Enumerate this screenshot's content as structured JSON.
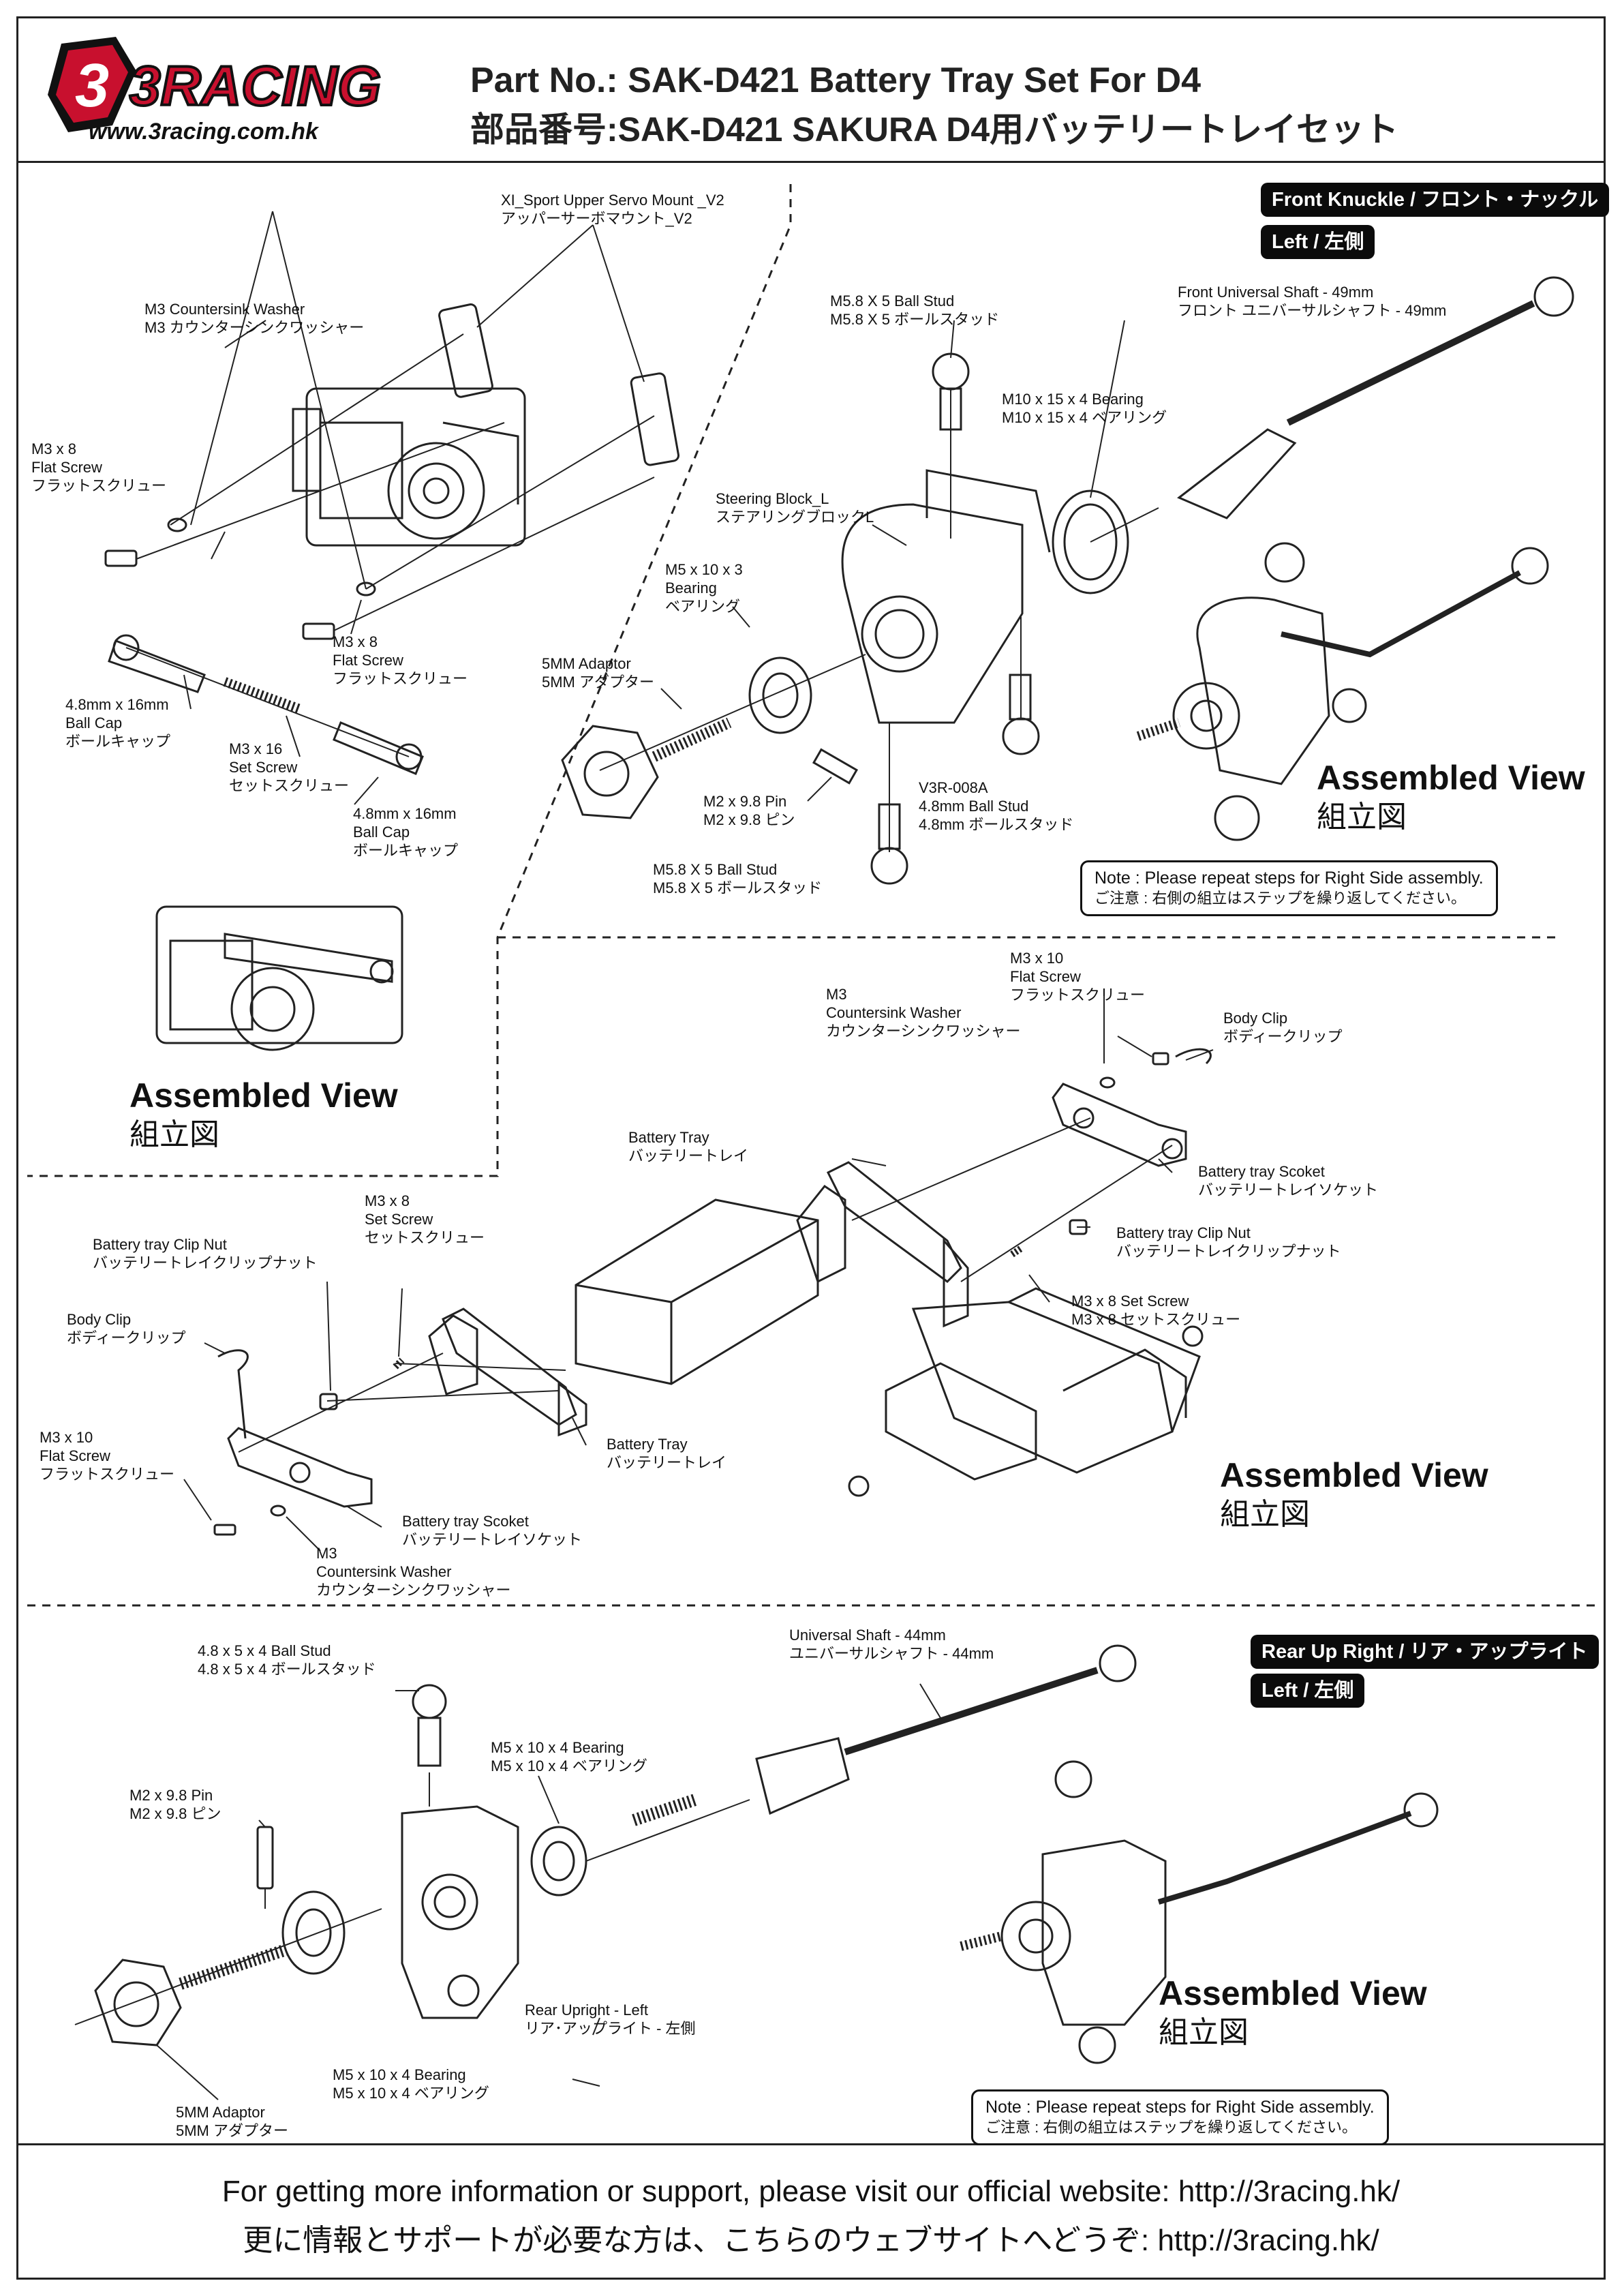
{
  "header": {
    "brand": "3RACING",
    "website": "www.3racing.com.hk",
    "title_en": "Part No.: SAK-D421 Battery Tray Set For D4",
    "title_jp": "部品番号:SAK-D421 SAKURA D4用バッテリートレイセット"
  },
  "sections": {
    "front": {
      "tag1": "Front Knuckle / フロント・ナックル",
      "tag2": "Left / 左側"
    },
    "rear": {
      "tag1": "Rear Up Right / リア・アップライト",
      "tag2": "Left / 左側"
    }
  },
  "labels": {
    "servo_mount": {
      "en": "XI_Sport Upper Servo Mount _V2",
      "jp": "アッパーサーボマウント_V2"
    },
    "m3_cs_washer_top": {
      "en": "M3 Countersink Washer",
      "jp": "M3 カウンターシンクワッシャー"
    },
    "m3x8_flat_a": {
      "en": "M3 x 8\nFlat Screw",
      "jp": "フラットスクリュー"
    },
    "m3x8_flat_b": {
      "en": "M3 x 8\nFlat Screw",
      "jp": "フラットスクリュー"
    },
    "ball_cap_a": {
      "en": "4.8mm x 16mm\nBall Cap",
      "jp": "ボールキャップ"
    },
    "set_screw_16": {
      "en": "M3 x 16\nSet Screw",
      "jp": "セットスクリュー"
    },
    "ball_cap_b": {
      "en": "4.8mm x 16mm\nBall Cap",
      "jp": "ボールキャップ"
    },
    "ball_stud_m58_top": {
      "en": "M5.8 X 5 Ball Stud",
      "jp": "M5.8 X 5 ボールスタッド"
    },
    "front_shaft": {
      "en": "Front Universal Shaft - 49mm",
      "jp": "フロント ユニバーサルシャフト - 49mm"
    },
    "bearing_m10": {
      "en": "M10 x 15 x 4 Bearing",
      "jp": "M10 x 15 x 4 ベアリング"
    },
    "steering_block": {
      "en": "Steering Block_L",
      "jp": "ステアリングブロックL"
    },
    "bearing_m5_3": {
      "en": "M5 x 10 x 3\nBearing",
      "jp": "ベアリング"
    },
    "adaptor_5mm_top": {
      "en": "5MM Adaptor",
      "jp": "5MM アダプター"
    },
    "pin_top": {
      "en": "M2 x 9.8 Pin",
      "jp": "M2 x 9.8 ピン"
    },
    "v3r": {
      "en": "V3R-008A\n4.8mm Ball Stud",
      "jp": "4.8mm ボールスタッド"
    },
    "ball_stud_m58_bot": {
      "en": "M5.8 X 5 Ball Stud",
      "jp": "M5.8 X 5 ボールスタッド"
    },
    "m3x10_flat_r": {
      "en": "M3 x 10\nFlat Screw",
      "jp": "フラットスクリュー"
    },
    "m3_cs_r": {
      "en": "M3\nCountersink Washer",
      "jp": "カウンターシンクワッシャー"
    },
    "body_clip_r": {
      "en": "Body Clip",
      "jp": "ボディークリップ"
    },
    "battery_tray_r": {
      "en": "Battery Tray",
      "jp": "バッテリートレイ"
    },
    "socket_r": {
      "en": "Battery tray Scoket",
      "jp": "バッテリートレイソケット"
    },
    "clip_nut_r": {
      "en": "Battery tray Clip Nut",
      "jp": "バッテリートレイクリップナット"
    },
    "set_screw_r": {
      "en": "M3 x 8 Set Screw",
      "jp": "M3 x 8 セットスクリュー"
    },
    "set_screw_l": {
      "en": "M3 x 8\nSet Screw",
      "jp": "セットスクリュー"
    },
    "clip_nut_l": {
      "en": "Battery tray Clip Nut",
      "jp": "バッテリートレイクリップナット"
    },
    "body_clip_l": {
      "en": "Body Clip",
      "jp": "ボディークリップ"
    },
    "m3x10_flat_l": {
      "en": "M3 x 10\nFlat Screw",
      "jp": "フラットスクリュー"
    },
    "battery_tray_l": {
      "en": "Battery Tray",
      "jp": "バッテリートレイ"
    },
    "socket_l": {
      "en": "Battery tray Scoket",
      "jp": "バッテリートレイソケット"
    },
    "m3_cs_l": {
      "en": "M3\nCountersink Washer",
      "jp": "カウンターシンクワッシャー"
    },
    "ball_stud_48": {
      "en": "4.8 x 5 x 4 Ball Stud",
      "jp": "4.8 x 5 x 4 ボールスタッド"
    },
    "universal_44": {
      "en": "Universal Shaft - 44mm",
      "jp": "ユニバーサルシャフト - 44mm"
    },
    "pin_rear": {
      "en": "M2 x 9.8 Pin",
      "jp": "M2 x 9.8 ピン"
    },
    "bearing_m5_4a": {
      "en": "M5 x 10 x 4 Bearing",
      "jp": "M5 x 10 x 4 ベアリング"
    },
    "rear_upright": {
      "en": "Rear Upright - Left",
      "jp": "リア･アップライト - 左側"
    },
    "bearing_m5_4b": {
      "en": "M5 x 10 x 4 Bearing",
      "jp": "M5 x 10 x 4 ベアリング"
    },
    "adaptor_5mm_bot": {
      "en": "5MM Adaptor",
      "jp": "5MM アダプター"
    }
  },
  "assembled": {
    "en": "Assembled View",
    "jp": "組立図"
  },
  "note": {
    "en": "Note : Please repeat steps for Right Side assembly.",
    "jp": "ご注意 : 右側の組立はステップを繰り返してください。"
  },
  "footer": {
    "line1": "For getting more information or support, please visit our official website: http://3racing.hk/",
    "line2": "更に情報とサポートが必要な方は、こちらのウェブサイトへどうぞ: http://3racing.hk/"
  }
}
